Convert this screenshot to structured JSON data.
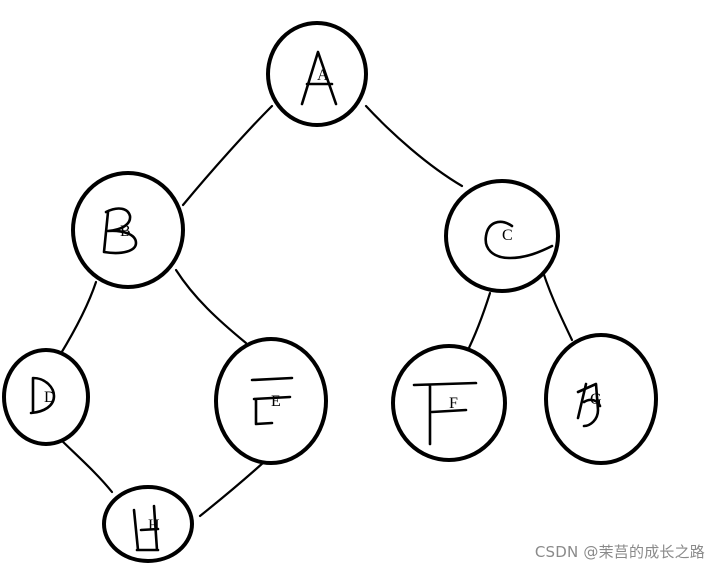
{
  "diagram": {
    "type": "binary-tree",
    "nodes": [
      {
        "id": "A",
        "label": "A"
      },
      {
        "id": "B",
        "label": "B"
      },
      {
        "id": "C",
        "label": "C"
      },
      {
        "id": "D",
        "label": "D"
      },
      {
        "id": "E",
        "label": "E"
      },
      {
        "id": "F",
        "label": "F"
      },
      {
        "id": "G",
        "label": "G"
      },
      {
        "id": "H",
        "label": "H"
      }
    ],
    "edges": [
      {
        "from": "A",
        "to": "B"
      },
      {
        "from": "A",
        "to": "C"
      },
      {
        "from": "B",
        "to": "D"
      },
      {
        "from": "B",
        "to": "E"
      },
      {
        "from": "C",
        "to": "F"
      },
      {
        "from": "C",
        "to": "G"
      },
      {
        "from": "D",
        "to": "H"
      },
      {
        "from": "E",
        "to": "H"
      }
    ],
    "colors": {
      "ink": "#000000",
      "background": "#ffffff"
    }
  },
  "watermark": {
    "text": "CSDN @茉莒的成长之路",
    "color": "#8a8a8a"
  }
}
